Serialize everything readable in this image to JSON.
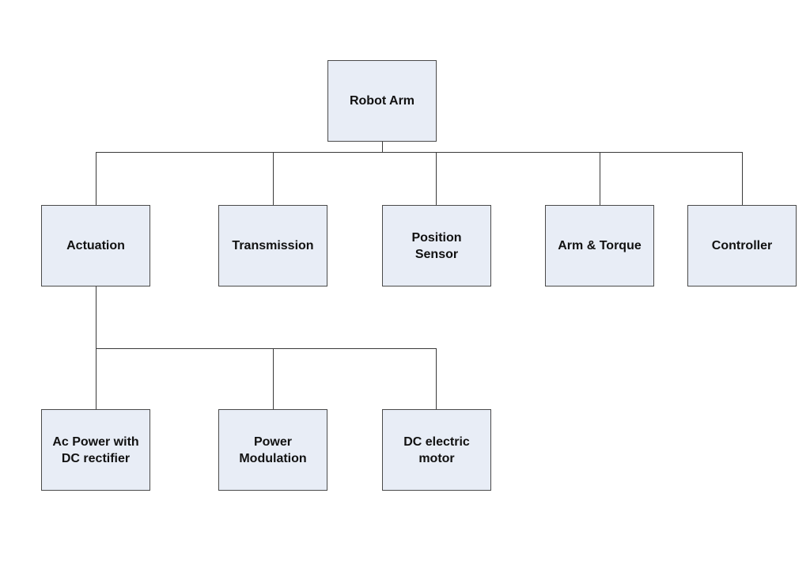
{
  "colors": {
    "box_fill": "#e8edf6",
    "box_border": "#4a4a4a",
    "connector": "#3a3a3a",
    "text": "#111111"
  },
  "root": {
    "label": "Robot Arm"
  },
  "level1": [
    {
      "label": "Actuation"
    },
    {
      "label": "Transmission"
    },
    {
      "label": "Position\nSensor"
    },
    {
      "label": "Arm & Torque"
    },
    {
      "label": "Controller"
    }
  ],
  "level2": [
    {
      "label": "Ac Power with\nDC rectifier"
    },
    {
      "label": "Power\nModulation"
    },
    {
      "label": "DC electric\nmotor"
    }
  ]
}
